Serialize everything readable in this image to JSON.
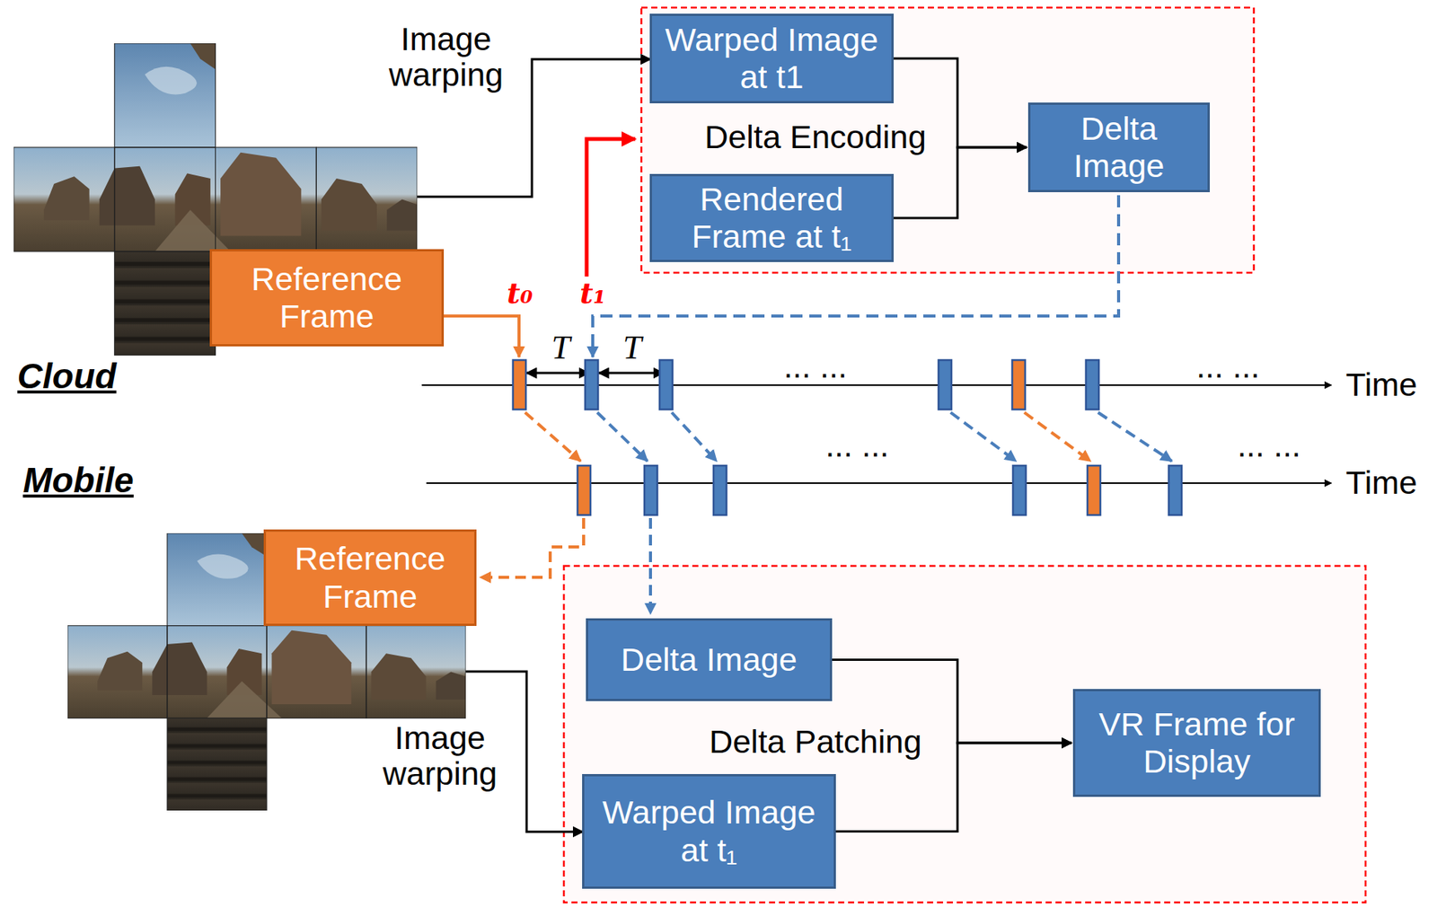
{
  "diagram": {
    "nodes": [
      {
        "text": [
          "Reference Frame"
        ]
      },
      {
        "text": [
          "Warped Image at t1"
        ]
      },
      {
        "text": [
          "Rendered Frame at t₁"
        ]
      },
      {
        "text": [
          "Delta Image"
        ]
      },
      {
        "text": [
          "Reference Frame"
        ]
      },
      {
        "text": [
          "Delta Image"
        ]
      },
      {
        "text": [
          "Warped Image at t₁"
        ]
      },
      {
        "text": [
          "VR Frame for Display"
        ]
      }
    ],
    "edges": [
      {
        "from": 1,
        "to": 3,
        "arrow": "to"
      },
      {
        "from": 2,
        "to": 3,
        "arrow": "to"
      },
      {
        "from": 5,
        "to": 7,
        "arrow": "to"
      },
      {
        "from": 6,
        "to": 7,
        "arrow": "to"
      }
    ],
    "labels": [
      "Image warping",
      "Delta Encoding",
      "t₀",
      "t₁",
      "T",
      "T",
      "Cloud",
      "Mobile",
      "Time",
      "Time",
      "... ...",
      "... ...",
      "... ...",
      "... ...",
      "Delta Patching",
      "Image warping"
    ]
  }
}
